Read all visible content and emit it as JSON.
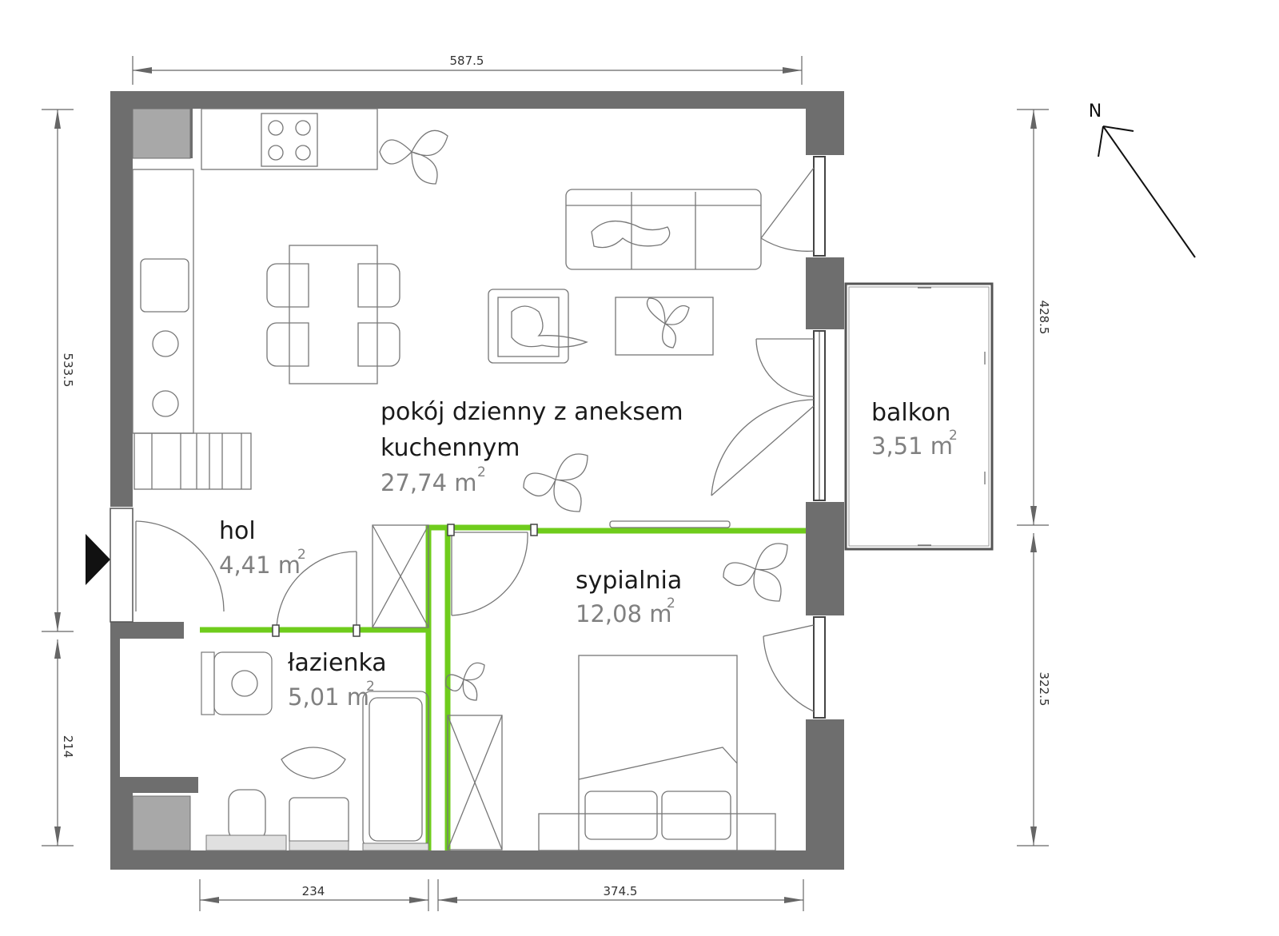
{
  "rooms": {
    "living": {
      "name_line1": "pokój dzienny z aneksem",
      "name_line2": "kuchennym",
      "area": "27,74 m",
      "unit_exp": "2"
    },
    "hall": {
      "name": "hol",
      "area": "4,41 m",
      "unit_exp": "2"
    },
    "bathroom": {
      "name": "łazienka",
      "area": "5,01 m",
      "unit_exp": "2"
    },
    "bedroom": {
      "name": "sypialnia",
      "area": "12,08 m",
      "unit_exp": "2"
    },
    "balcony": {
      "name": "balkon",
      "area": "3,51 m",
      "unit_exp": "2"
    }
  },
  "dimensions": {
    "top": "587.5",
    "left_upper": "533.5",
    "left_lower": "214",
    "bottom_left": "234",
    "bottom_right": "374.5",
    "right_upper": "428.5",
    "right_lower": "322.5"
  },
  "compass": {
    "label": "N"
  },
  "colors": {
    "wall": "#6e6e6e",
    "partition": "#6fcc1c",
    "area_text": "#808080"
  }
}
